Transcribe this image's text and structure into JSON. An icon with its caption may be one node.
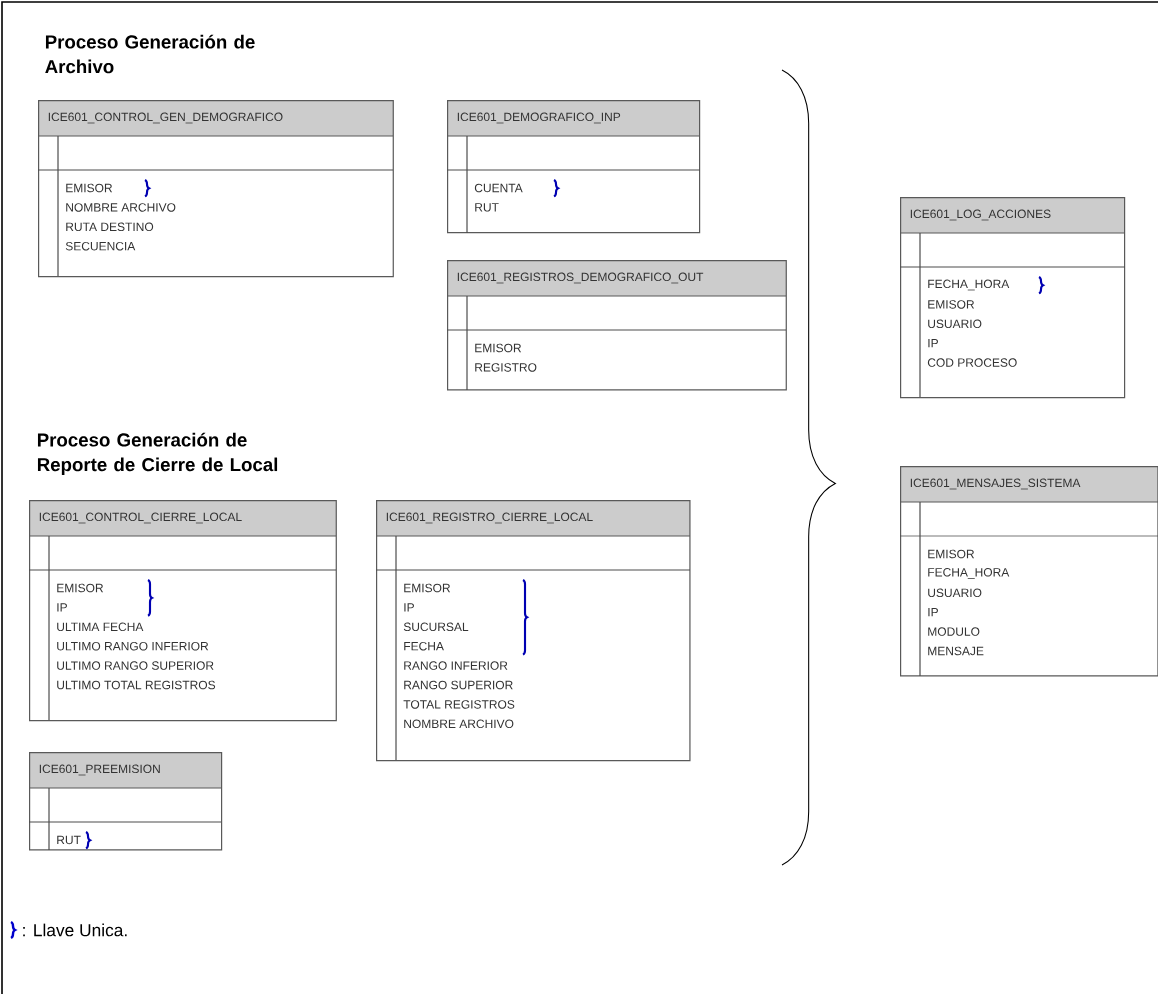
{
  "diagram": {
    "nodes": [
      {
        "text": [
          "ICE601_CONTROL_GEN_DEMOGRAFICO",
          "EMISOR",
          "NOMBRE ARCHIVO",
          "RUTA DESTINO",
          "SECUENCIA"
        ]
      },
      {
        "text": [
          "ICE601_DEMOGRAFICO_INP",
          "CUENTA",
          "RUT"
        ]
      },
      {
        "text": [
          "ICE601_REGISTROS_DEMOGRAFICO_OUT",
          "EMISOR",
          "REGISTRO"
        ]
      },
      {
        "text": [
          "ICE601_LOG_ACCIONES",
          "FECHA_HORA",
          "EMISOR",
          "USUARIO",
          "IP",
          "COD PROCESO"
        ]
      },
      {
        "text": [
          "ICE601_CONTROL_CIERRE_LOCAL",
          "EMISOR",
          "IP",
          "ULTIMA FECHA",
          "ULTIMO RANGO INFERIOR",
          "ULTIMO RANGO SUPERIOR",
          "ULTIMO TOTAL REGISTROS"
        ]
      },
      {
        "text": [
          "ICE601_REGISTRO_CIERRE_LOCAL",
          "EMISOR",
          "IP",
          "SUCURSAL",
          "FECHA",
          "RANGO INFERIOR",
          "RANGO SUPERIOR",
          "TOTAL REGISTROS",
          "NOMBRE ARCHIVO"
        ]
      },
      {
        "text": [
          "ICE601_PREEMISION",
          "RUT"
        ]
      },
      {
        "text": [
          "ICE601_MENSAJES_SISTEMA",
          "EMISOR",
          "FECHA_HORA",
          "USUARIO",
          "IP",
          "MODULO",
          "MENSAJE"
        ]
      }
    ],
    "labels": [
      "Proceso Generación de Archivo",
      "Proceso Generación de Reporte de Cierre de Local"
    ],
    "legend": [
      {
        "text": ": Llave Unica."
      }
    ]
  }
}
